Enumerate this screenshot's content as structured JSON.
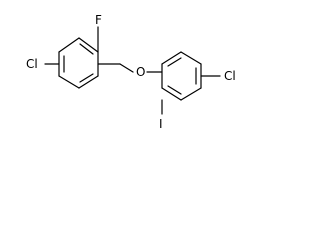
{
  "molecule": {
    "atoms": {
      "fluorine": "F",
      "chlorine_left": "Cl",
      "oxygen": "O",
      "chlorine_right": "Cl",
      "iodine": "I"
    }
  }
}
